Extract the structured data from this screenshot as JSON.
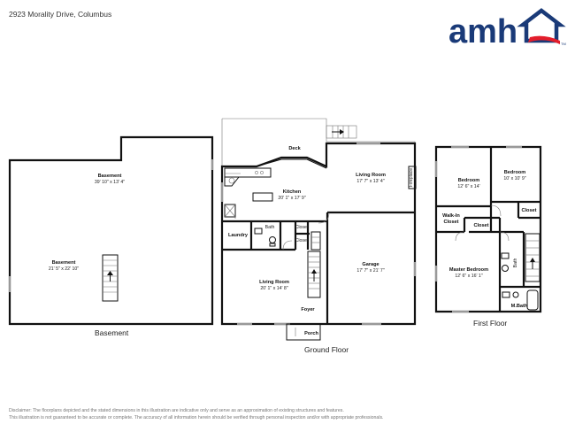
{
  "address": "2923 Morality Drive, Columbus",
  "logo": {
    "text": "amh",
    "accent_color": "#e31d2b",
    "brand_color": "#1a3a78"
  },
  "floors": {
    "basement": {
      "title": "Basement",
      "rooms": [
        {
          "name": "Basement",
          "dims": "39' 10\" x 13' 4\""
        },
        {
          "name": "Basement",
          "dims": "21' 5\" x 22' 10\""
        }
      ]
    },
    "ground": {
      "title": "Ground Floor",
      "rooms": [
        {
          "name": "Deck",
          "dims": ""
        },
        {
          "name": "Kitchen",
          "dims": "20' 1\" x 17' 9\""
        },
        {
          "name": "Living Room",
          "dims": "17' 7\" x 13' 4\""
        },
        {
          "name": "Fireplace",
          "dims": ""
        },
        {
          "name": "Laundry",
          "dims": ""
        },
        {
          "name": "Bath",
          "dims": ""
        },
        {
          "name": "Closet",
          "dims": ""
        },
        {
          "name": "Closet",
          "dims": ""
        },
        {
          "name": "Living Room",
          "dims": "20' 1\" x 14' 8\""
        },
        {
          "name": "Garage",
          "dims": "17' 7\" x 21' 7\""
        },
        {
          "name": "Foyer",
          "dims": ""
        },
        {
          "name": "Porch",
          "dims": ""
        }
      ]
    },
    "first": {
      "title": "First Floor",
      "rooms": [
        {
          "name": "Bedroom",
          "dims": "12' 6\" x 14'"
        },
        {
          "name": "Bedroom",
          "dims": "10' x 10' 9\""
        },
        {
          "name": "Closet",
          "dims": ""
        },
        {
          "name": "Walk-In",
          "dims": ""
        },
        {
          "name": "Closet",
          "dims": ""
        },
        {
          "name": "Closet",
          "dims": ""
        },
        {
          "name": "Master Bedroom",
          "dims": "12' 6\" x 16' 1\""
        },
        {
          "name": "Bath",
          "dims": ""
        },
        {
          "name": "M.Bath",
          "dims": ""
        }
      ]
    }
  },
  "disclaimer": {
    "line1": "Disclaimer: The floorplans depicted and the stated dimensions in this illustration are indicative only and serve as an approximation of existing structures and features.",
    "line2": "This illustration is not guaranteed to be accurate or complete. The accuracy of all information herein should be verified through personal inspection and/or with appropriate professionals."
  }
}
